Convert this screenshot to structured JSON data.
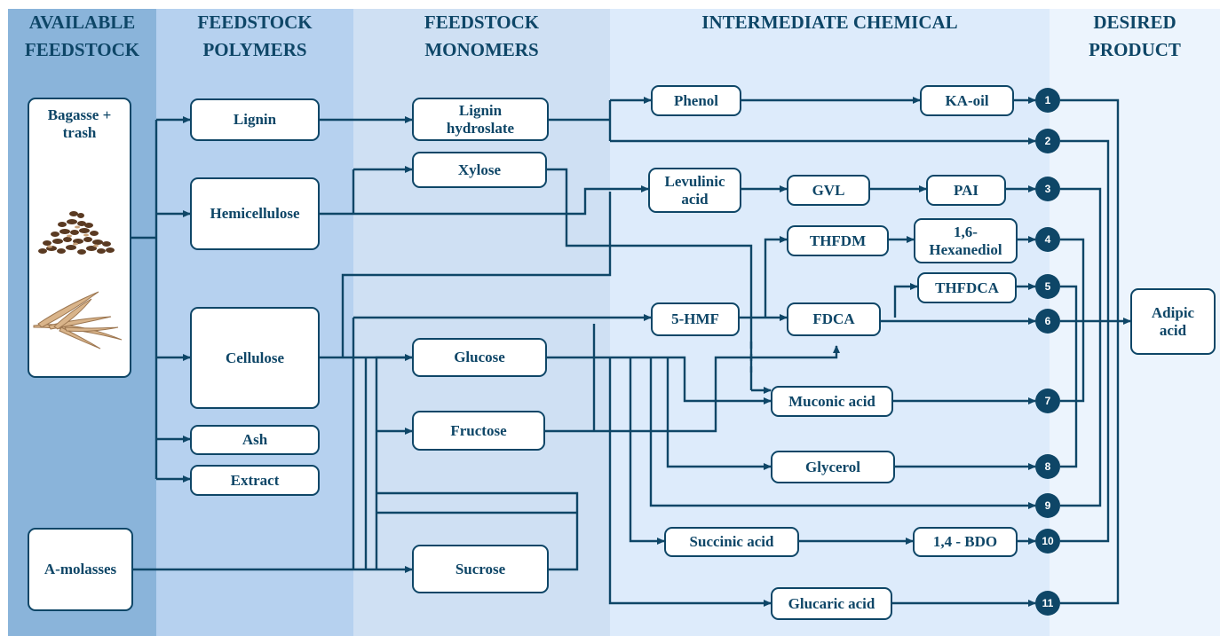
{
  "headers": {
    "available": "AVAILABLE\nFEEDSTOCK",
    "polymers": "FEEDSTOCK\nPOLYMERS",
    "monomers": "FEEDSTOCK\nMONOMERS",
    "intermediate": "INTERMEDIATE CHEMICAL",
    "product": "DESIRED\nPRODUCT"
  },
  "nodes": {
    "bagasse": "Bagasse +\ntrash",
    "molasses": "A-molasses",
    "lignin": "Lignin",
    "hemicellulose": "Hemicellulose",
    "cellulose": "Cellulose",
    "ash": "Ash",
    "extract": "Extract",
    "lignin_hydrolysate": "Lignin\nhydroslate",
    "xylose": "Xylose",
    "glucose": "Glucose",
    "fructose": "Fructose",
    "sucrose": "Sucrose",
    "phenol": "Phenol",
    "ka_oil": "KA-oil",
    "levulinic": "Levulinic\nacid",
    "gvl": "GVL",
    "pai": "PAI",
    "thfdm": "THFDM",
    "hexanediol": "1,6-\nHexanediol",
    "thfdca": "THFDCA",
    "hmf": "5-HMF",
    "fdca": "FDCA",
    "muconic": "Muconic acid",
    "glycerol": "Glycerol",
    "succinic": "Succinic acid",
    "bdo": "1,4 - BDO",
    "glucaric": "Glucaric acid",
    "adipic": "Adipic\nacid"
  },
  "routes": [
    "1",
    "2",
    "3",
    "4",
    "5",
    "6",
    "7",
    "8",
    "9",
    "10",
    "11"
  ],
  "colors": {
    "ink": "#0e4667",
    "col_available": "#8ab4da",
    "col_polymers": "#b6d1ef",
    "col_monomers": "#cfe0f3",
    "col_intermediate": "#ddebfb",
    "col_product": "#ecf4fd"
  },
  "icons": {
    "bagasse": "sugarcane-bagasse-pile-icon",
    "trash": "sugarcane-leaves-icon"
  }
}
